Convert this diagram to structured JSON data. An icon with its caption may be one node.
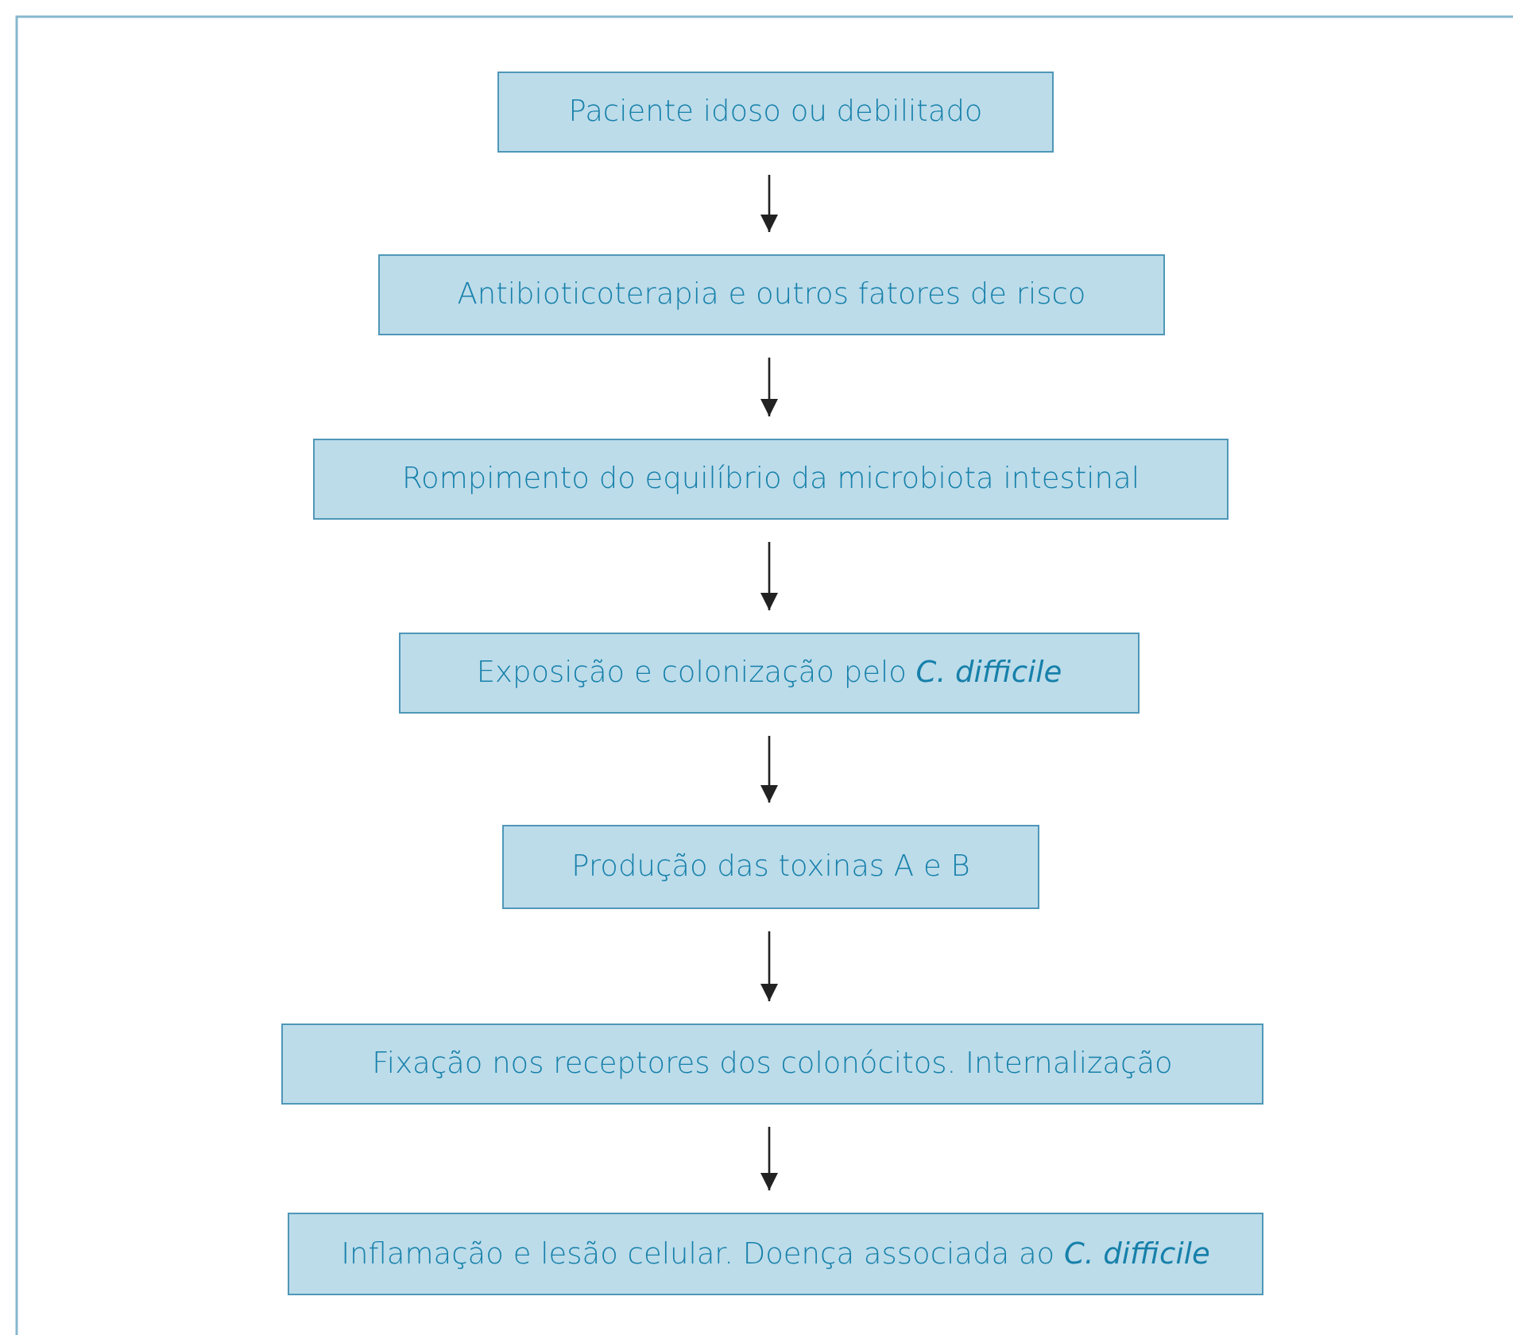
{
  "diagram": {
    "nodes": [
      {
        "text": [
          "Paciente idoso ou debilitado"
        ]
      },
      {
        "text": [
          "Antibioticoterapia e outros fatores de risco"
        ]
      },
      {
        "text": [
          "Rompimento do equilíbrio da microbiota intestinal"
        ]
      },
      {
        "text": [
          "Exposição e colonização pelo *C. difficile*"
        ]
      },
      {
        "text": [
          "Produção das toxinas A e B"
        ]
      },
      {
        "text": [
          "Fixação nos receptores dos colonócitos. Internalização"
        ]
      },
      {
        "text": [
          "Inflamação e lesão celular. Doença associada ao *C. difficile*"
        ]
      }
    ],
    "edges": [
      {
        "from": 0,
        "to": 1,
        "arrow": "to"
      },
      {
        "from": 1,
        "to": 2,
        "arrow": "to"
      },
      {
        "from": 2,
        "to": 3,
        "arrow": "to"
      },
      {
        "from": 3,
        "to": 4,
        "arrow": "to"
      },
      {
        "from": 4,
        "to": 5,
        "arrow": "to"
      },
      {
        "from": 5,
        "to": 6,
        "arrow": "to"
      }
    ]
  }
}
